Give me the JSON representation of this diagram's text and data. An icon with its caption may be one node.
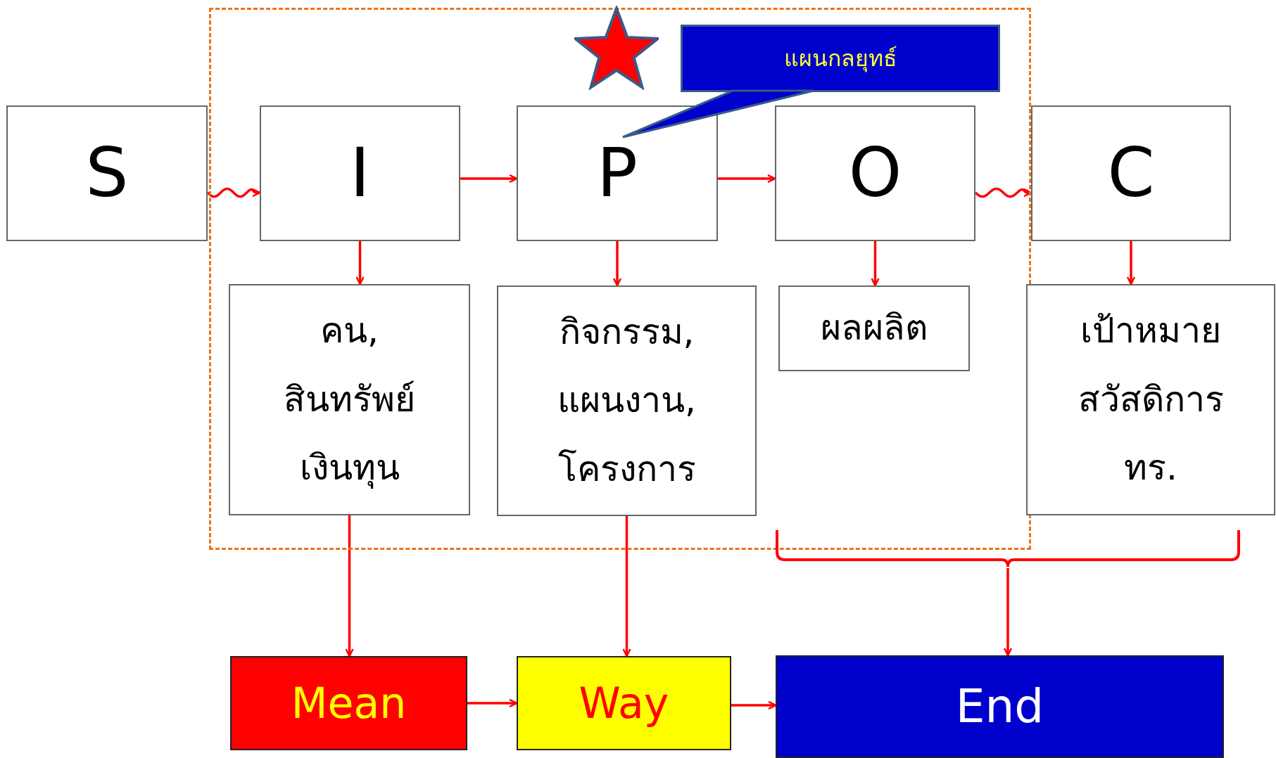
{
  "diagram": {
    "nodes": [
      {
        "text": [],
        "shape": "box"
      },
      {
        "text": [
          "แผนกลยุทธ์"
        ],
        "in": 0
      },
      {
        "text": [
          "S"
        ]
      },
      {
        "text": [
          "I"
        ],
        "in": 0
      },
      {
        "text": [
          "P"
        ],
        "in": 0
      },
      {
        "text": [
          "O"
        ],
        "in": 0
      },
      {
        "text": [
          "C"
        ]
      },
      {
        "text": [
          "คน, สินทรัพย์ เงินทุน"
        ],
        "in": 0
      },
      {
        "text": [
          "กิจกรรม, แผนงาน, โครงการ"
        ],
        "in": 0
      },
      {
        "text": [
          "ผลผลิต"
        ],
        "in": 0
      },
      {
        "text": [
          "เป้าหมาย สวัสดิการ ทร."
        ]
      },
      {
        "text": [
          "Mean"
        ]
      },
      {
        "text": [
          "Way"
        ]
      },
      {
        "text": [
          "End"
        ]
      },
      {
        "text": [],
        "shape": "bracket"
      }
    ],
    "edges": [
      {
        "from": 2,
        "to": 3,
        "arrow": "to"
      },
      {
        "from": 3,
        "to": 4,
        "arrow": "to"
      },
      {
        "from": 4,
        "to": 5,
        "arrow": "to"
      },
      {
        "from": 5,
        "to": 6,
        "arrow": "to"
      },
      {
        "from": 3,
        "to": 7,
        "arrow": "to"
      },
      {
        "from": 4,
        "to": 8,
        "arrow": "to"
      },
      {
        "from": 5,
        "to": 9,
        "arrow": "to"
      },
      {
        "from": 6,
        "to": 10,
        "arrow": "to"
      },
      {
        "from": 7,
        "to": 11,
        "arrow": "to"
      },
      {
        "from": 8,
        "to": 12,
        "arrow": "to"
      },
      {
        "from": 14,
        "to": 13,
        "arrow": "to"
      },
      {
        "from": 11,
        "to": 12,
        "arrow": "to"
      },
      {
        "from": 12,
        "to": 13,
        "arrow": "to"
      },
      {
        "from": 1,
        "to": 4,
        "arrow": "none"
      }
    ]
  }
}
